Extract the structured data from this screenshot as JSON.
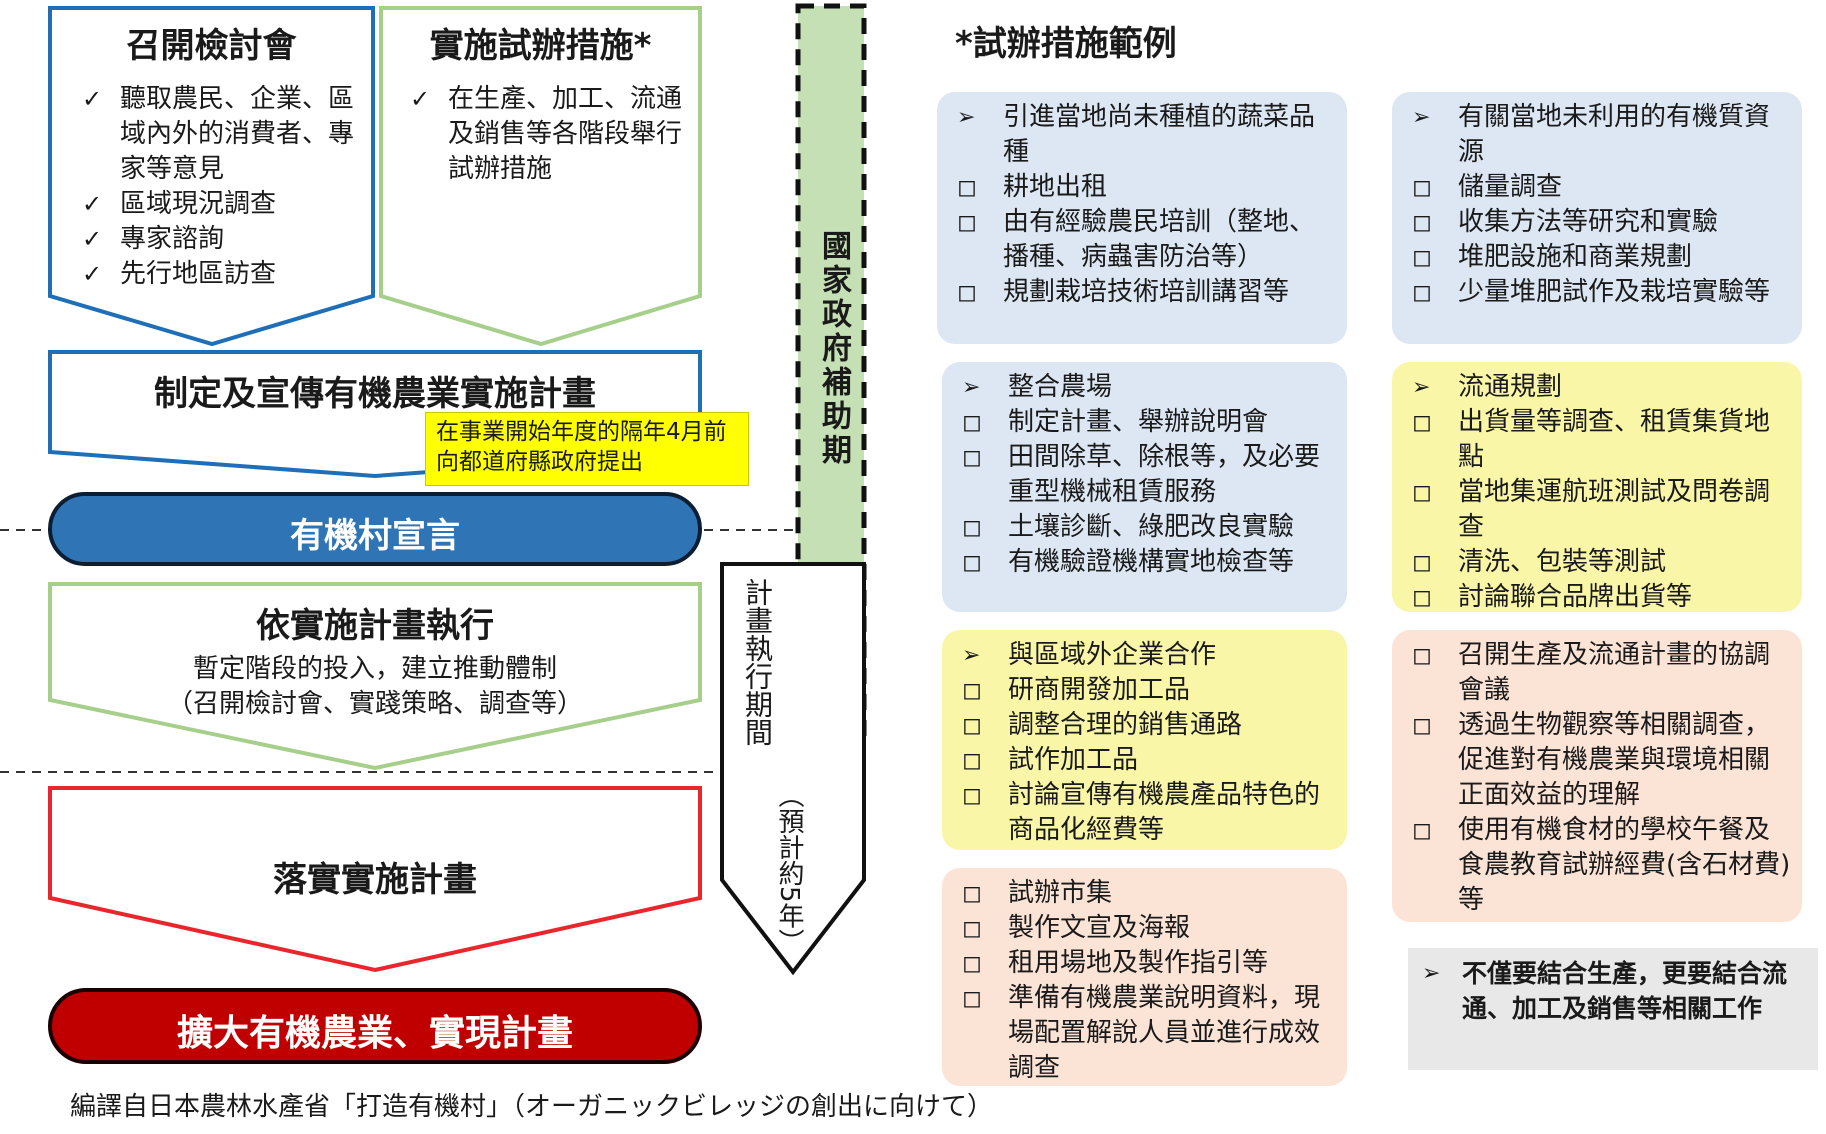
{
  "colors": {
    "blue_border": "#1f6fb8",
    "green_border": "#a6cf8c",
    "red_border": "#e8262c",
    "blue_pill": "#2f75b5",
    "red_pill": "#c00000",
    "green_arrow": "#c5e0b4",
    "yellow_note": "#ffff00"
  },
  "step1": {
    "title": "召開檢討會",
    "items": [
      "聽取農民、企業、區域內外的消費者、專家等意見",
      "區域現況調查",
      "專家諮詢",
      "先行地區訪查"
    ]
  },
  "step2": {
    "title": "實施試辦措施*",
    "items": [
      "在生產、加工、流通及銷售等各階段舉行試辦措施"
    ]
  },
  "step3": {
    "title": "制定及宣傳有機農業實施計畫",
    "note": "在事業開始年度的隔年4月前向都道府縣政府提出"
  },
  "declaration": "有機村宣言",
  "step4": {
    "title": "依實施計畫執行",
    "line1": "暫定階段的投入，建立推動體制",
    "line2": "（召開檢討會、實踐策略、調查等）"
  },
  "step5": {
    "title": "落實實施計畫"
  },
  "final_goal": "擴大有機農業、實現計畫",
  "subsidy_label": "國家政府補助期",
  "period_label": "計畫執行期間",
  "period_sub": "（預計約5年）",
  "examples_title": "*試辦措施範例",
  "examples": {
    "vegetables": {
      "head": "引進當地尚未種植的蔬菜品種",
      "items": [
        "耕地出租",
        "由有經驗農民培訓（整地、播種、病蟲害防治等）",
        "規劃栽培技術培訓講習等"
      ]
    },
    "organic_resources": {
      "head": "有關當地未利用的有機質資源",
      "items": [
        "儲量調查",
        "收集方法等研究和實驗",
        "堆肥設施和商業規劃",
        "少量堆肥試作及栽培實驗等"
      ]
    },
    "farm_integration": {
      "head": "整合農場",
      "items": [
        "制定計畫、舉辦說明會",
        "田間除草、除根等，及必要重型機械租賃服務",
        "土壤診斷、綠肥改良實驗",
        "有機驗證機構實地檢查等"
      ]
    },
    "distribution": {
      "head": "流通規劃",
      "items": [
        "出貨量等調查、租賃集貨地點",
        "當地集運航班測試及問卷調查",
        "清洗、包裝等測試",
        "討論聯合品牌出貨等"
      ]
    },
    "outside_partners": {
      "head": "與區域外企業合作",
      "items": [
        "研商開發加工品",
        "調整合理的銷售通路",
        "試作加工品",
        "討論宣傳有機農產品特色的商品化經費等"
      ]
    },
    "consultation": {
      "items": [
        "召開生產及流通計畫的協調會議",
        "透過生物觀察等相關調查，促進對有機農業與環境相關正面效益的理解",
        "使用有機食材的學校午餐及食農教育試辦經費(含石材費)等"
      ]
    },
    "market": {
      "items": [
        "試辦市集",
        "製作文宣及海報",
        "租用場地及製作指引等",
        "準備有機農業說明資料，現場配置解說人員並進行成效調查"
      ]
    }
  },
  "final_note": "不僅要結合生產，更要結合流通、加工及銷售等相關工作",
  "footer": "編譯自日本農林水產省「打造有機村」（オーガニックビレッジの創出に向けて）"
}
